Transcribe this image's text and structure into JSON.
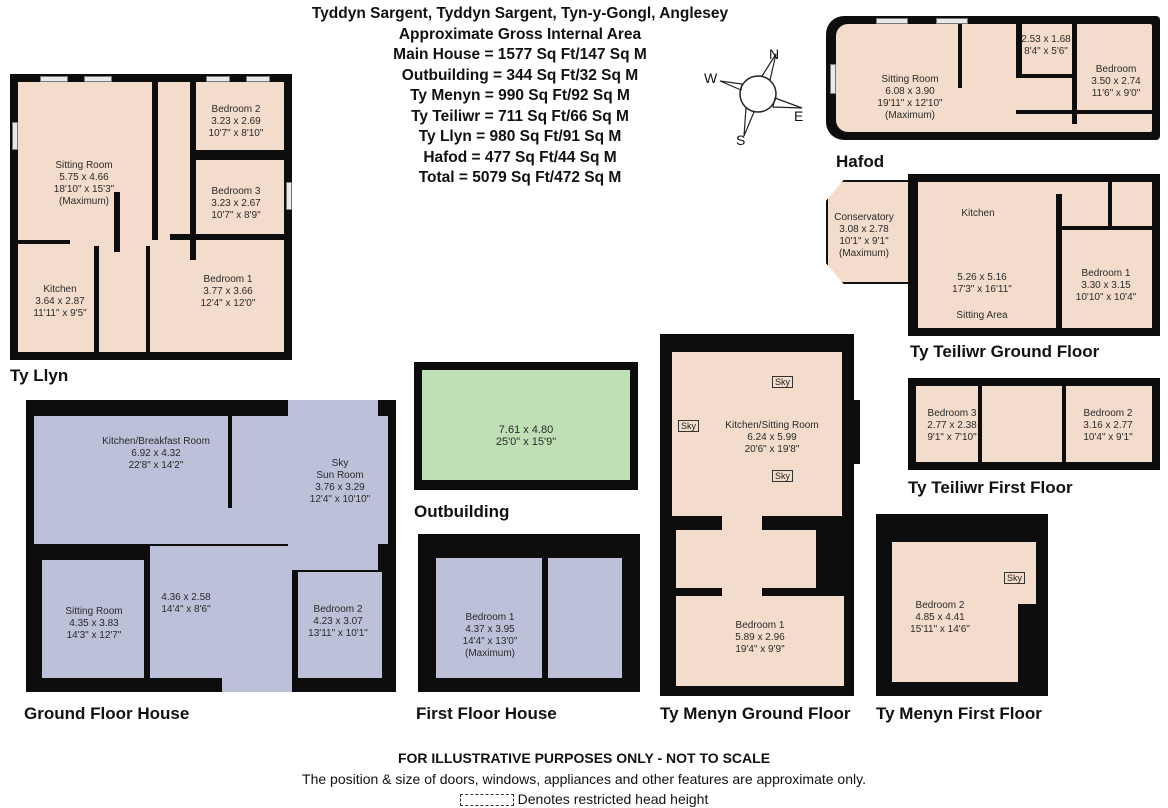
{
  "header": {
    "title": "Tyddyn Sargent, Tyddyn Sargent, Tyn-y-Gongl, Anglesey",
    "subtitle": "Approximate Gross Internal Area",
    "areas": [
      "Main House = 1577 Sq Ft/147 Sq M",
      "Outbuilding = 344 Sq Ft/32 Sq M",
      "Ty Menyn = 990 Sq Ft/92 Sq M",
      "Ty Teiliwr = 711 Sq Ft/66 Sq M",
      "Ty Llyn = 980 Sq Ft/91 Sq M",
      "Hafod = 477 Sq Ft/44 Sq M",
      "Total = 5079 Sq Ft/472 Sq M"
    ]
  },
  "compass": {
    "n": "N",
    "e": "E",
    "s": "S",
    "w": "W"
  },
  "colors": {
    "cottage_fill": "#f3dccb",
    "main_house_fill": "#bcc0d8",
    "outbuilding_fill": "#bfe0b5",
    "wall": "#0d0d0d"
  },
  "plans": {
    "ty_llyn": {
      "label": "Ty Llyn",
      "rooms": [
        {
          "name": "Sitting Room",
          "metric": "5.75 x 4.66",
          "imperial": "18'10\" x 15'3\"",
          "note": "(Maximum)"
        },
        {
          "name": "Bedroom 2",
          "metric": "3.23 x 2.69",
          "imperial": "10'7\" x 8'10\""
        },
        {
          "name": "Bedroom 3",
          "metric": "3.23 x 2.67",
          "imperial": "10'7\" x 8'9\""
        },
        {
          "name": "Bedroom 1",
          "metric": "3.77 x 3.66",
          "imperial": "12'4\" x 12'0\""
        },
        {
          "name": "Kitchen",
          "metric": "3.64 x 2.87",
          "imperial": "11'11\" x 9'5\""
        }
      ]
    },
    "hafod": {
      "label": "Hafod",
      "rooms": [
        {
          "name": "Sitting Room",
          "metric": "6.08 x 3.90",
          "imperial": "19'11\" x 12'10\"",
          "note": "(Maximum)"
        },
        {
          "name": "",
          "metric": "2.53 x 1.68",
          "imperial": "8'4\" x 5'6\""
        },
        {
          "name": "Bedroom",
          "metric": "3.50 x 2.74",
          "imperial": "11'6\" x 9'0\""
        }
      ]
    },
    "ty_teiliwr_ground": {
      "label": "Ty Teiliwr Ground Floor",
      "rooms": [
        {
          "name": "Conservatory",
          "metric": "3.08 x 2.78",
          "imperial": "10'1\" x 9'1\"",
          "note": "(Maximum)"
        },
        {
          "name": "Kitchen",
          "metric": "5.26 x 5.16",
          "imperial": "17'3\" x 16'11\"",
          "note": "Sitting Area"
        },
        {
          "name": "Bedroom 1",
          "metric": "3.30 x 3.15",
          "imperial": "10'10\" x 10'4\""
        }
      ]
    },
    "ty_teiliwr_first": {
      "label": "Ty Teiliwr First Floor",
      "rooms": [
        {
          "name": "Bedroom 3",
          "metric": "2.77 x 2.38",
          "imperial": "9'1\" x 7'10\""
        },
        {
          "name": "Bedroom 2",
          "metric": "3.16 x 2.77",
          "imperial": "10'4\" x 9'1\""
        }
      ]
    },
    "ground_floor_house": {
      "label": "Ground Floor House",
      "rooms": [
        {
          "name": "Kitchen/Breakfast Room",
          "metric": "6.92 x 4.32",
          "imperial": "22'8\" x 14'2\""
        },
        {
          "name": "Sun Room",
          "metric": "3.76 x 3.29",
          "imperial": "12'4\" x 10'10\"",
          "sky": "Sky"
        },
        {
          "name": "Sitting Room",
          "metric": "4.35 x 3.83",
          "imperial": "14'3\" x 12'7\""
        },
        {
          "name": "",
          "metric": "4.36 x 2.58",
          "imperial": "14'4\" x 8'6\""
        },
        {
          "name": "Bedroom 2",
          "metric": "4.23 x 3.07",
          "imperial": "13'11\" x 10'1\""
        }
      ]
    },
    "outbuilding": {
      "label": "Outbuilding",
      "rooms": [
        {
          "name": "",
          "metric": "7.61 x 4.80",
          "imperial": "25'0\" x 15'9\""
        }
      ]
    },
    "first_floor_house": {
      "label": "First Floor House",
      "rooms": [
        {
          "name": "Bedroom 1",
          "metric": "4.37 x 3.95",
          "imperial": "14'4\" x 13'0\"",
          "note": "(Maximum)"
        }
      ]
    },
    "ty_menyn_ground": {
      "label": "Ty Menyn Ground Floor",
      "rooms": [
        {
          "name": "Kitchen/Sitting Room",
          "metric": "6.24 x 5.99",
          "imperial": "20'6\" x 19'8\""
        },
        {
          "name": "Bedroom 1",
          "metric": "5.89 x 2.96",
          "imperial": "19'4\" x 9'9\""
        }
      ],
      "sky": "Sky"
    },
    "ty_menyn_first": {
      "label": "Ty Menyn First Floor",
      "rooms": [
        {
          "name": "Bedroom 2",
          "metric": "4.85 x 4.41",
          "imperial": "15'11\" x 14'6\""
        }
      ],
      "sky": "Sky"
    }
  },
  "footer": {
    "disclaimer": "FOR ILLUSTRATIVE PURPOSES ONLY - NOT TO SCALE",
    "note": "The position & size of doors, windows, appliances and other features are approximate only.",
    "legend": "Denotes restricted head height"
  }
}
